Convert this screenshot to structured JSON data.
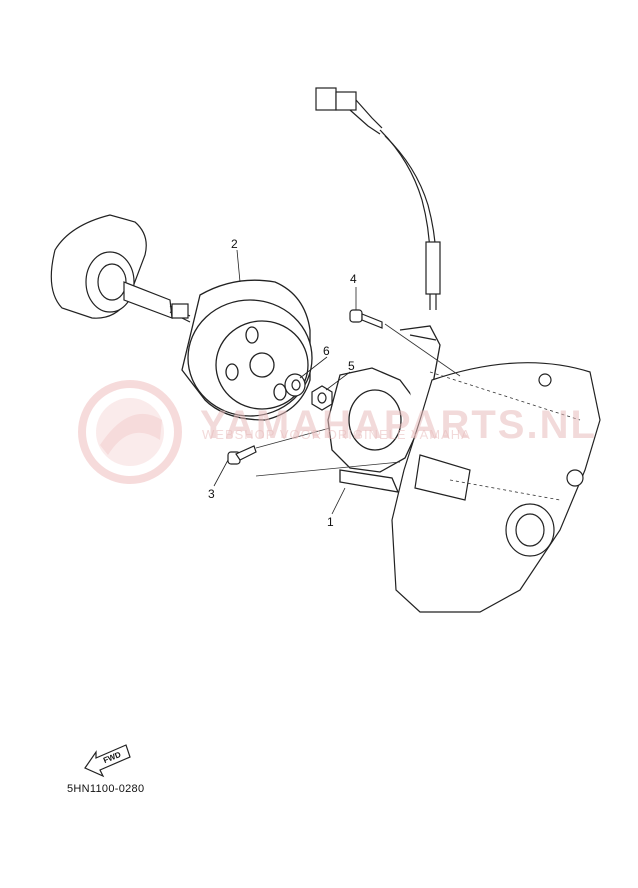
{
  "watermark": {
    "brand": "YAMAHAPARTS.NL",
    "tagline": "WEBSHOP VOOR ORIGINELE YAMAHA"
  },
  "callouts": [
    "1",
    "2",
    "3",
    "4",
    "5",
    "6"
  ],
  "direction_marker": "FWD",
  "diagram_code": "5HN1100-0280"
}
